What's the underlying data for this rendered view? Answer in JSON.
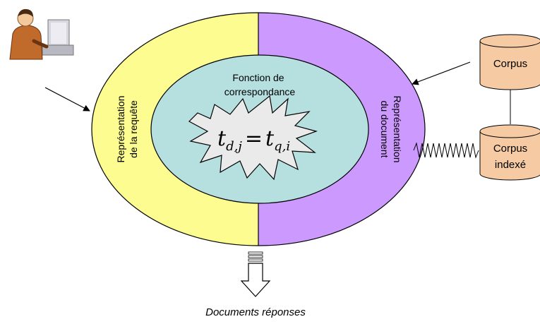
{
  "diagram": {
    "match_function_label_line1": "Fonction de",
    "match_function_label_line2": "correspondance",
    "query_representation_line1": "Représentation",
    "query_representation_line2": "de la requête",
    "document_representation_line1": "Représentation",
    "document_representation_line2": "du document",
    "corpus_label": "Corpus",
    "indexed_corpus_line1": "Corpus",
    "indexed_corpus_line2": "indexé",
    "result_label": "Documents réponses",
    "formula": {
      "lhs_base": "t",
      "lhs_sub": "d,j",
      "equals": "=",
      "rhs_base": "t",
      "rhs_sub": "q,i"
    }
  },
  "colors": {
    "query_half": "#fcfc90",
    "document_half": "#cc99ff",
    "inner_ellipse": "#b6dfe0",
    "star": "#eaeaea",
    "cylinder": "#f6cba4"
  },
  "icons": {
    "user": "person-at-computer-icon"
  }
}
